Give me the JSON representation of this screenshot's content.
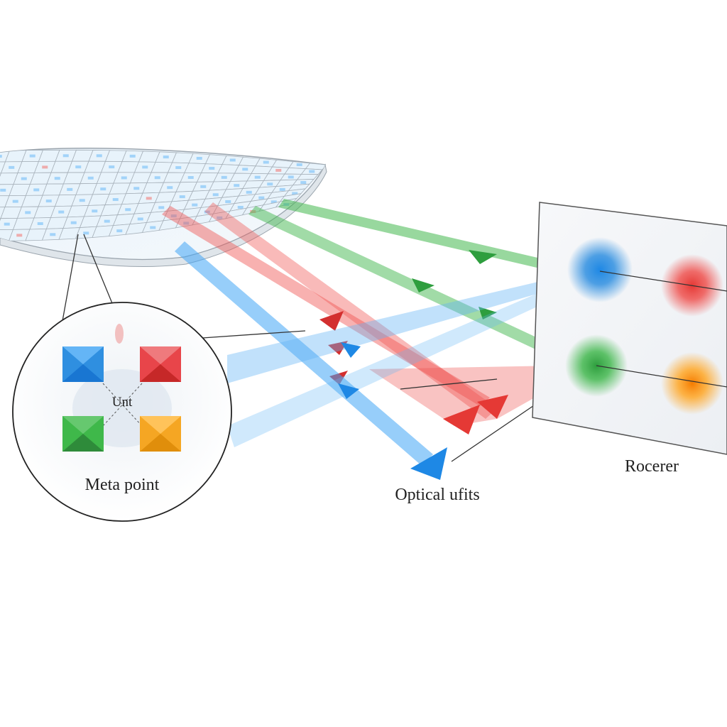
{
  "labels": {
    "unit": "Unt",
    "meta_point": "Meta point",
    "optical": "Optical ufits",
    "receiver": "Rocerer"
  },
  "colors": {
    "blue": "#2f8fe0",
    "red": "#e8454a",
    "green": "#3fb84a",
    "orange": "#f5a623",
    "outline": "#333333",
    "grid_cell": "#e8f3fb"
  },
  "icons": {
    "metasurface": "curved-grid-sheet",
    "meta_point": "magnified-unit-cell-circle",
    "receiver": "detector-screen",
    "beams": "colored-light-arrows"
  }
}
